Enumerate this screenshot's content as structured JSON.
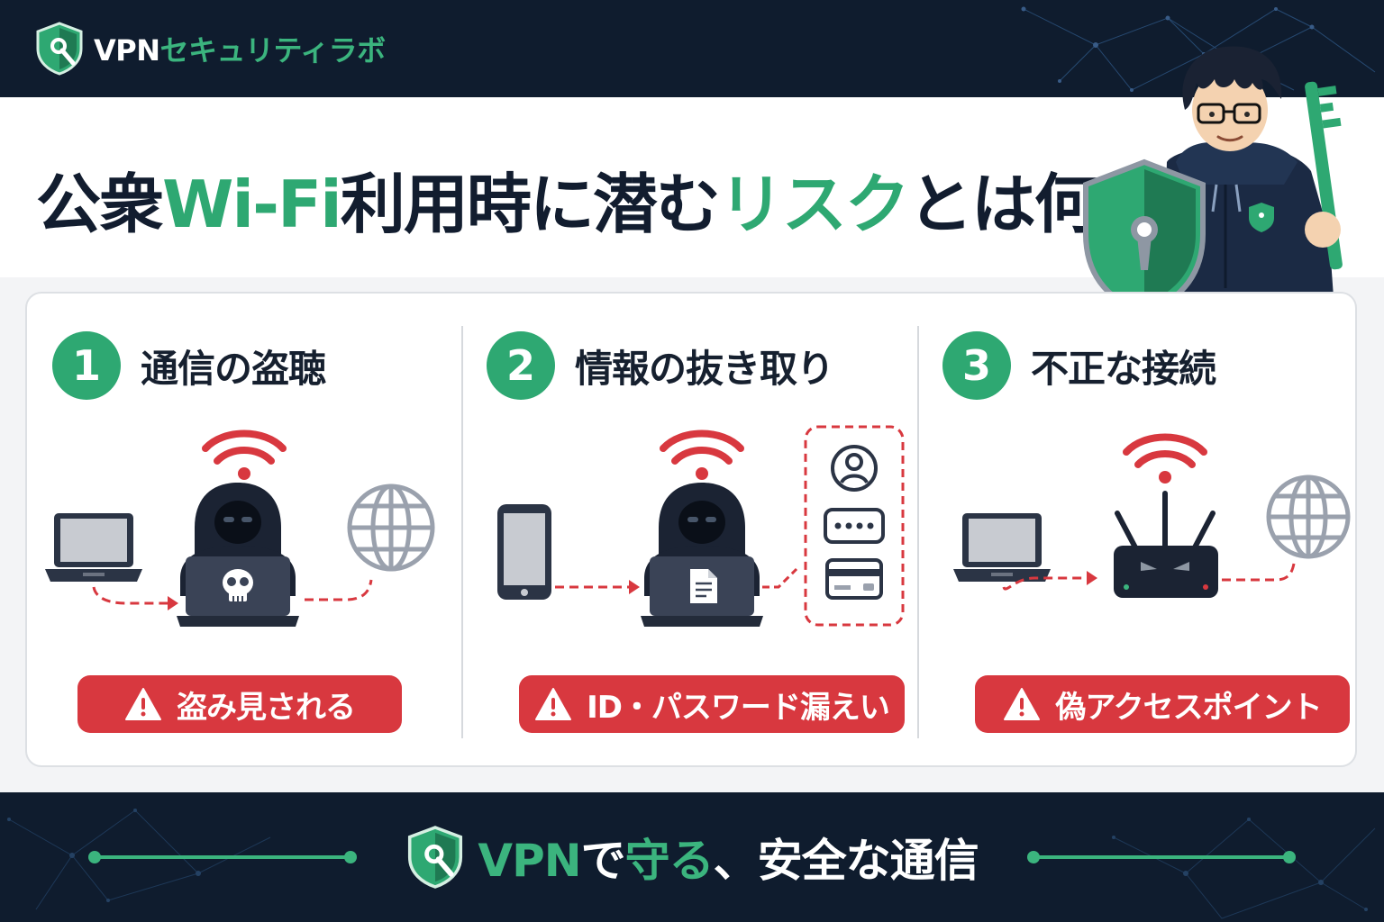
{
  "brand": {
    "name_prefix": "VPN",
    "name_suffix": "セキュリティラボ"
  },
  "headline": {
    "part1": "公衆",
    "part2": "Wi-Fi",
    "part3": "利用時に潜む",
    "part4": "リスク",
    "part5": "とは何か?"
  },
  "risks": [
    {
      "number": "1",
      "title": "通信の盗聴",
      "warning": "盗み見される"
    },
    {
      "number": "2",
      "title": "情報の抜き取り",
      "warning": "ID・パスワード漏えい"
    },
    {
      "number": "3",
      "title": "不正な接続",
      "warning": "偽アクセスポイント"
    }
  ],
  "slogan": {
    "part1": "VPN",
    "part2": "で",
    "part3": "守る",
    "part4": "、安全な通信"
  },
  "colors": {
    "navy": "#0f1c2e",
    "green": "#2ea872",
    "red": "#d8383f",
    "white": "#ffffff"
  },
  "icons": [
    "shield-keyhole-icon",
    "wifi-signal-icon",
    "laptop-icon",
    "hooded-hacker-icon",
    "skull-icon",
    "globe-icon",
    "smartphone-icon",
    "document-icon",
    "user-avatar-icon",
    "password-dots-icon",
    "credit-card-icon",
    "malicious-router-icon",
    "warning-icon",
    "key-icon"
  ]
}
